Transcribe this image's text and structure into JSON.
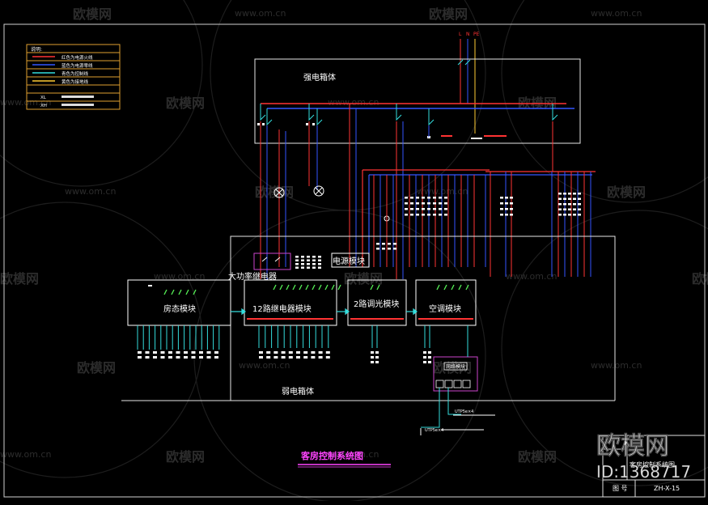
{
  "watermark": {
    "brand": "欧模网",
    "url": "www.om.cn",
    "id_label": "ID:1368717"
  },
  "legend": {
    "title": "说明:",
    "items": [
      {
        "symbol": "",
        "text": "红色为电源火线",
        "color": "#ff3333"
      },
      {
        "symbol": "",
        "text": "蓝色为电源零线",
        "color": "#3355ff"
      },
      {
        "symbol": "",
        "text": "青色为控制线",
        "color": "#33dddd"
      },
      {
        "symbol": "",
        "text": "黄色为接地线",
        "color": "#ffcc33"
      },
      {
        "symbol": "XL",
        "text": "",
        "color": ""
      },
      {
        "symbol": "XH",
        "text": "",
        "color": ""
      }
    ]
  },
  "top_terminals": [
    "L",
    "N",
    "PE"
  ],
  "boxes": {
    "strong": "强电箱体",
    "weak": "弱电箱体",
    "high_power_relay": "大功率继电器",
    "power_module": "电源模块",
    "room_state": "房态模块",
    "relay12": "12路继电器模块",
    "dimmer2": "2路调光模块",
    "hvac": "空调模块",
    "network": "网络模块"
  },
  "utp_labels": [
    "UTP5e×4",
    "UTP5e×4"
  ],
  "drawing_title": "客房控制系统图",
  "title_block": {
    "drawing_name": "客房控制系统图",
    "drawing_no_label": "图 号",
    "drawing_no": "ZH-X-15"
  }
}
